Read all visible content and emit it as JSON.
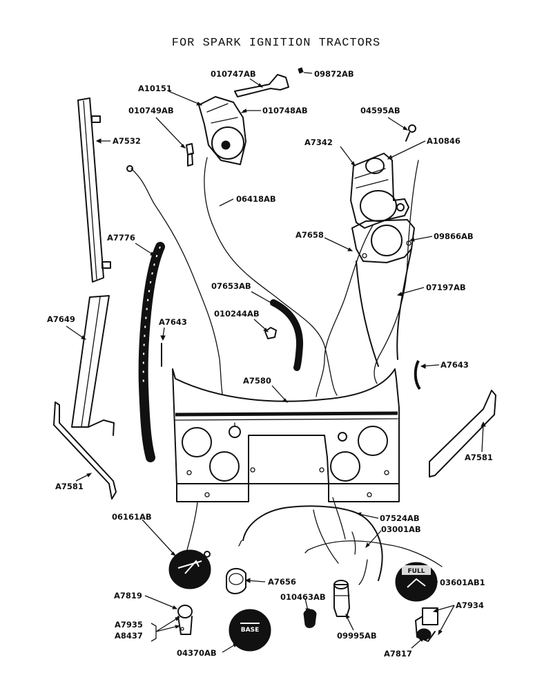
{
  "title": "FOR SPARK IGNITION TRACTORS",
  "callouts": [
    {
      "id": "c010747",
      "text": "010747AB"
    },
    {
      "id": "c09872",
      "text": "09872AB"
    },
    {
      "id": "cA10151",
      "text": "A10151"
    },
    {
      "id": "c010749",
      "text": "010749AB"
    },
    {
      "id": "c010748",
      "text": "010748AB"
    },
    {
      "id": "c04595",
      "text": "04595AB"
    },
    {
      "id": "cA7532",
      "text": "A7532"
    },
    {
      "id": "cA7342",
      "text": "A7342"
    },
    {
      "id": "cA10846",
      "text": "A10846"
    },
    {
      "id": "c06418",
      "text": "06418AB"
    },
    {
      "id": "cA7776",
      "text": "A7776"
    },
    {
      "id": "cA7658",
      "text": "A7658"
    },
    {
      "id": "c09866",
      "text": "09866AB"
    },
    {
      "id": "c07653",
      "text": "07653AB"
    },
    {
      "id": "c07197",
      "text": "07197AB"
    },
    {
      "id": "c010244",
      "text": "010244AB"
    },
    {
      "id": "cA7649",
      "text": "A7649"
    },
    {
      "id": "cA7643a",
      "text": "A7643"
    },
    {
      "id": "cA7643b",
      "text": "A7643"
    },
    {
      "id": "cA7580",
      "text": "A7580"
    },
    {
      "id": "cA7581a",
      "text": "A7581"
    },
    {
      "id": "cA7581b",
      "text": "A7581"
    },
    {
      "id": "c06161",
      "text": "06161AB"
    },
    {
      "id": "c07524",
      "text": "07524AB"
    },
    {
      "id": "c03001",
      "text": "03001AB"
    },
    {
      "id": "cA7656",
      "text": "A7656"
    },
    {
      "id": "c03601",
      "text": "03601AB1"
    },
    {
      "id": "cA7819",
      "text": "A7819"
    },
    {
      "id": "c010463",
      "text": "010463AB"
    },
    {
      "id": "cA7934",
      "text": "A7934"
    },
    {
      "id": "cA7935",
      "text": "A7935"
    },
    {
      "id": "cA8437",
      "text": "A8437"
    },
    {
      "id": "c09995",
      "text": "09995AB"
    },
    {
      "id": "c04370",
      "text": "04370AB"
    },
    {
      "id": "cA7817",
      "text": "A7817"
    }
  ],
  "gauge_labels": {
    "oil_gauge_text": "BASE",
    "fuel_gauge_text": "FULL"
  }
}
